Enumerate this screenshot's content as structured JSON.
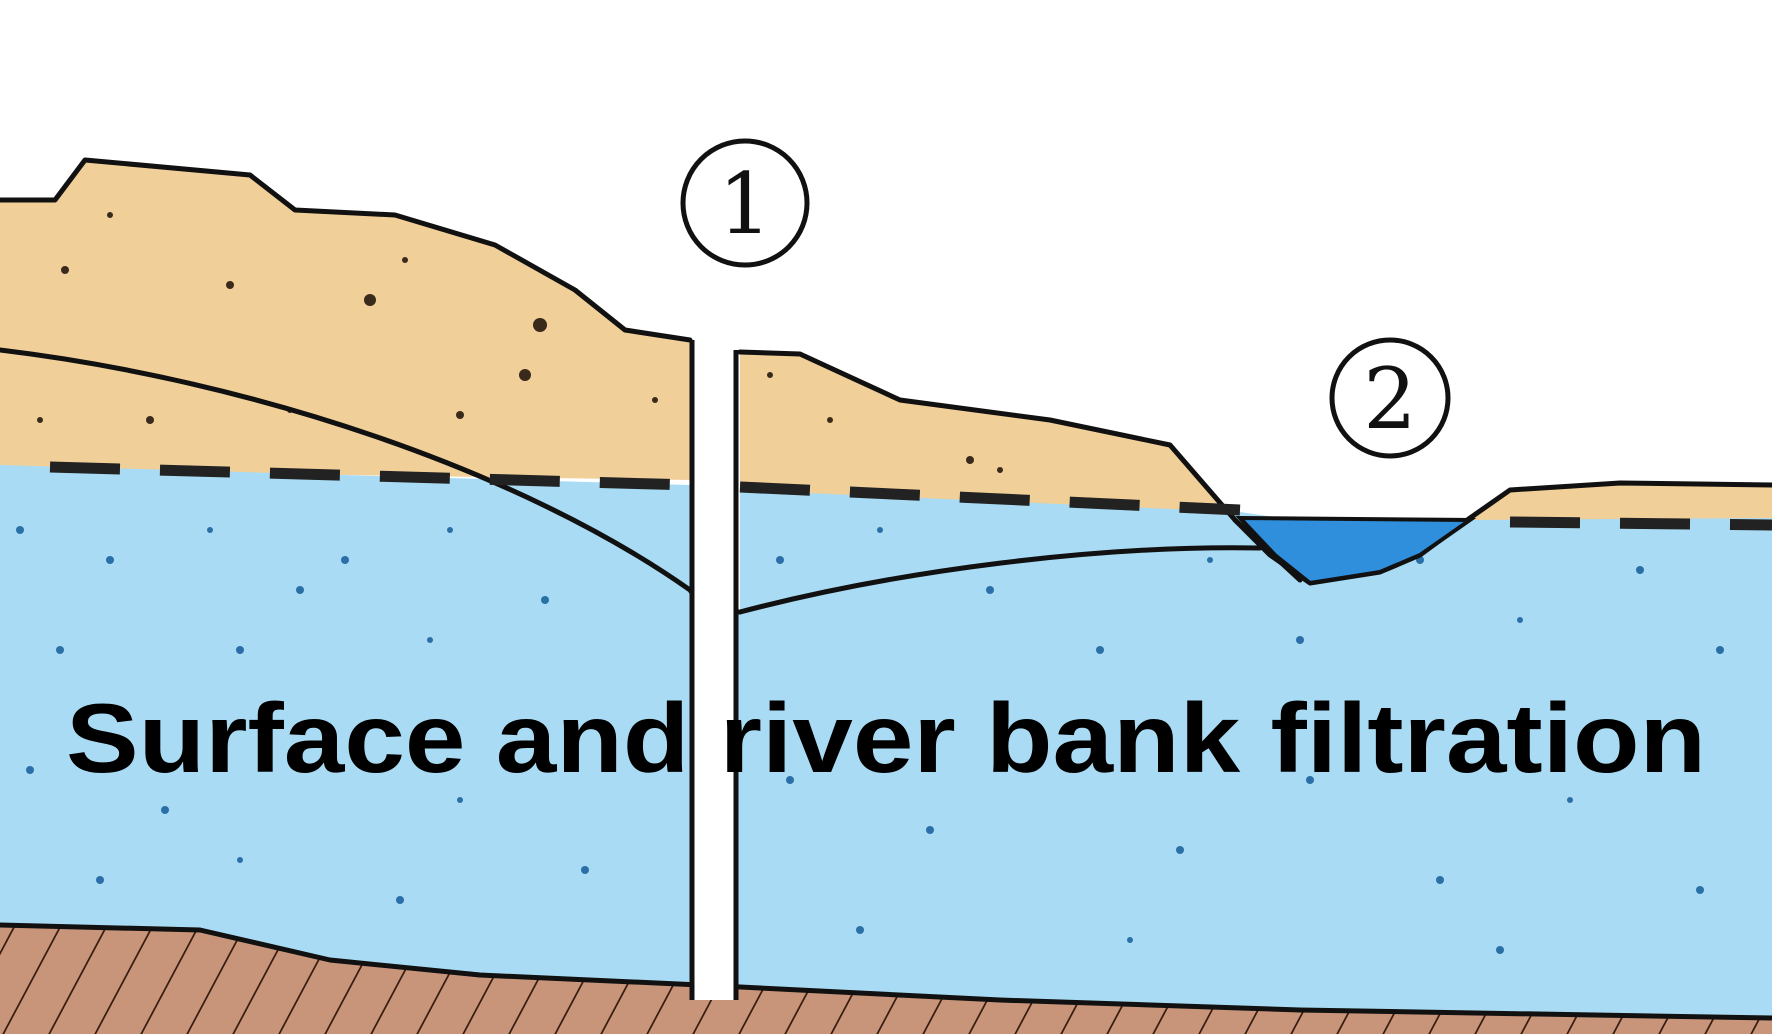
{
  "diagram": {
    "caption": "Surface and river bank filtration",
    "markers": {
      "well": "1",
      "river": "2"
    }
  },
  "colors": {
    "sky": "#ffffff",
    "unsaturated_sand": "#f1cf98",
    "aquifer_water": "#a9dcf4",
    "river_water": "#2f8fdc",
    "bedrock": "#c9957a",
    "outline": "#111111",
    "caption": "#000000"
  }
}
